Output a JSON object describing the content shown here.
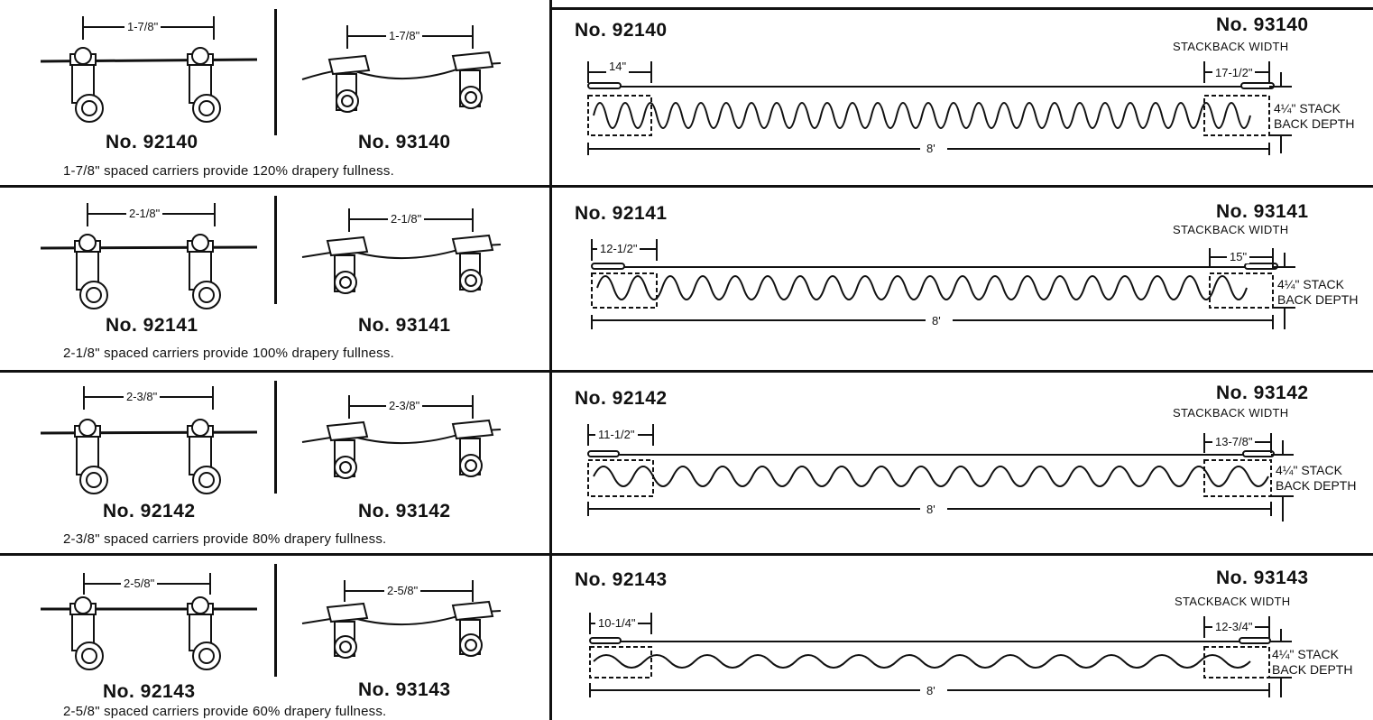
{
  "rows": [
    {
      "code_a": "No. 92140",
      "code_b": "No. 93140",
      "spacing_a": "1-7/8\"",
      "spacing_b": "1-7/8\"",
      "caption": "1-7/8\" spaced carriers provide 120% drapery fullness.",
      "stackback_left": "14\"",
      "stackback_right": "17-1/2\"",
      "length": "8'",
      "fold_count": 22
    },
    {
      "code_a": "No. 92141",
      "code_b": "No. 93141",
      "spacing_a": "2-1/8\"",
      "spacing_b": "2-1/8\"",
      "caption": "2-1/8\" spaced carriers provide 100% drapery fullness.",
      "stackback_left": "12-1/2\"",
      "stackback_right": "15\"",
      "length": "8'",
      "fold_count": 18
    },
    {
      "code_a": "No. 92142",
      "code_b": "No. 93142",
      "spacing_a": "2-3/8\"",
      "spacing_b": "2-3/8\"",
      "caption": "2-3/8\" spaced carriers provide 80% drapery fullness.",
      "stackback_left": "11-1/2\"",
      "stackback_right": "13-7/8\"",
      "length": "8'",
      "fold_count": 16
    },
    {
      "code_a": "No. 92143",
      "code_b": "No. 93143",
      "spacing_a": "2-5/8\"",
      "spacing_b": "2-5/8\"",
      "caption": "2-5/8\" spaced carriers provide 60% drapery fullness.",
      "stackback_left": "10-1/4\"",
      "stackback_right": "12-3/4\"",
      "length": "8'",
      "fold_count": 13
    }
  ],
  "stackback_width_label": "STACKBACK WIDTH",
  "stack_label_1": "4¼\" STACK",
  "stack_label_2": "BACK DEPTH",
  "icons": [
    "round-carrier-icon",
    "square-carrier-icon",
    "drapery-fold-icon"
  ]
}
